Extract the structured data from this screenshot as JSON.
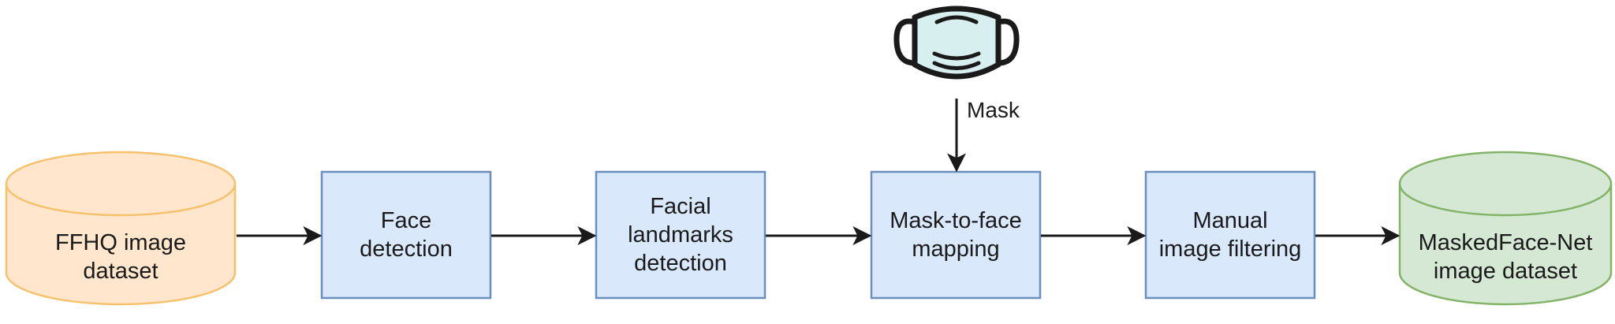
{
  "diagram": {
    "colors": {
      "process_fill": "#dae8fc",
      "process_stroke": "#6c8ebf",
      "source_fill": "#ffe6cc",
      "source_stroke": "#f5c26b",
      "output_fill": "#d5e8d4",
      "output_stroke": "#82b366",
      "arrow": "#1a1a1a",
      "mask_fill": "#d8eff0",
      "mask_stroke": "#1a1a1a"
    },
    "nodes": {
      "source": {
        "label": "FFHQ image\ndataset"
      },
      "face_detection": {
        "label": "Face\ndetection"
      },
      "landmarks": {
        "label": "Facial\nlandmarks\ndetection"
      },
      "mapping": {
        "label": "Mask-to-face\nmapping"
      },
      "filtering": {
        "label": "Manual\nimage filtering"
      },
      "output": {
        "label": "MaskedFace-Net\nimage dataset"
      }
    },
    "mask_icon": {
      "icon": "face-mask-icon"
    },
    "mask_edge": {
      "label": "Mask"
    }
  }
}
